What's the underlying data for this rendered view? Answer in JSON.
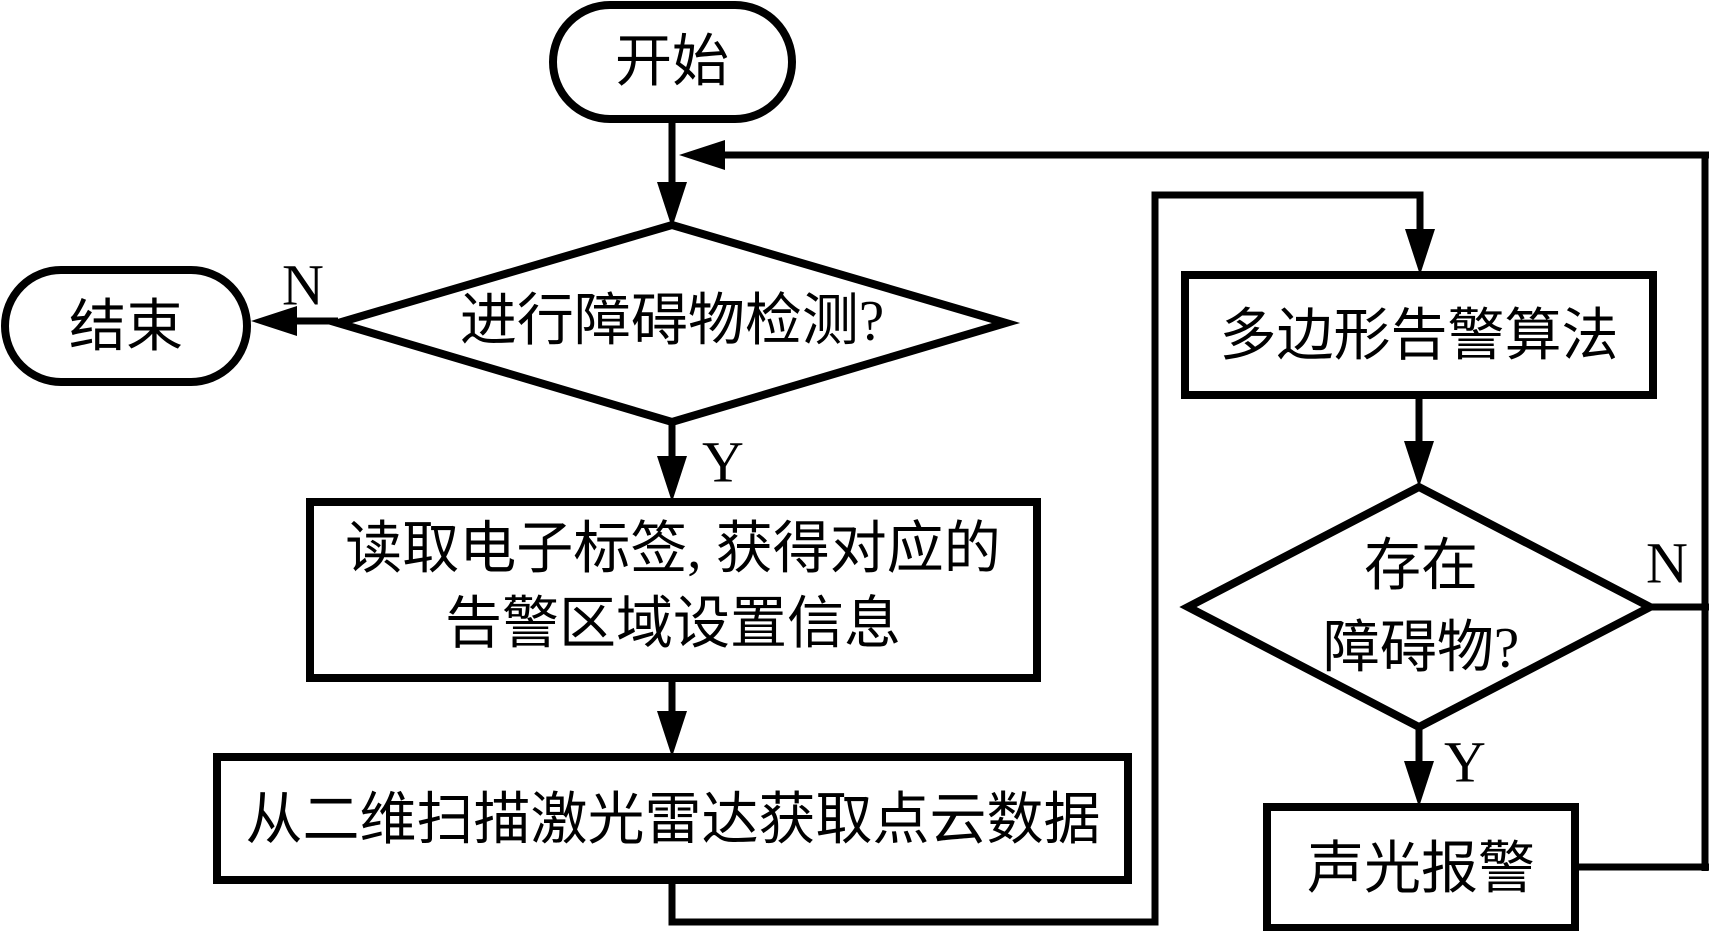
{
  "diagram_type": "flowchart",
  "colors": {
    "stroke": "#000000",
    "background": "#ffffff"
  },
  "nodes": {
    "start": {
      "type": "terminator",
      "label": "开始"
    },
    "end": {
      "type": "terminator",
      "label": "结束"
    },
    "check_detection": {
      "type": "decision",
      "label": "进行障碍物检测?"
    },
    "read_tag": {
      "type": "process",
      "label_line1": "读取电子标签, 获得对应的",
      "label_line2": "告警区域设置信息"
    },
    "get_pointcloud": {
      "type": "process",
      "label": "从二维扫描激光雷达获取点云数据"
    },
    "polygon_algorithm": {
      "type": "process",
      "label": "多边形告警算法"
    },
    "obstacle_exists": {
      "type": "decision",
      "label_line1": "存在",
      "label_line2": "障碍物?"
    },
    "sound_light_alarm": {
      "type": "process",
      "label": "声光报警"
    }
  },
  "edge_labels": {
    "check_detection_no": "N",
    "check_detection_yes": "Y",
    "obstacle_exists_no": "N",
    "obstacle_exists_yes": "Y"
  }
}
